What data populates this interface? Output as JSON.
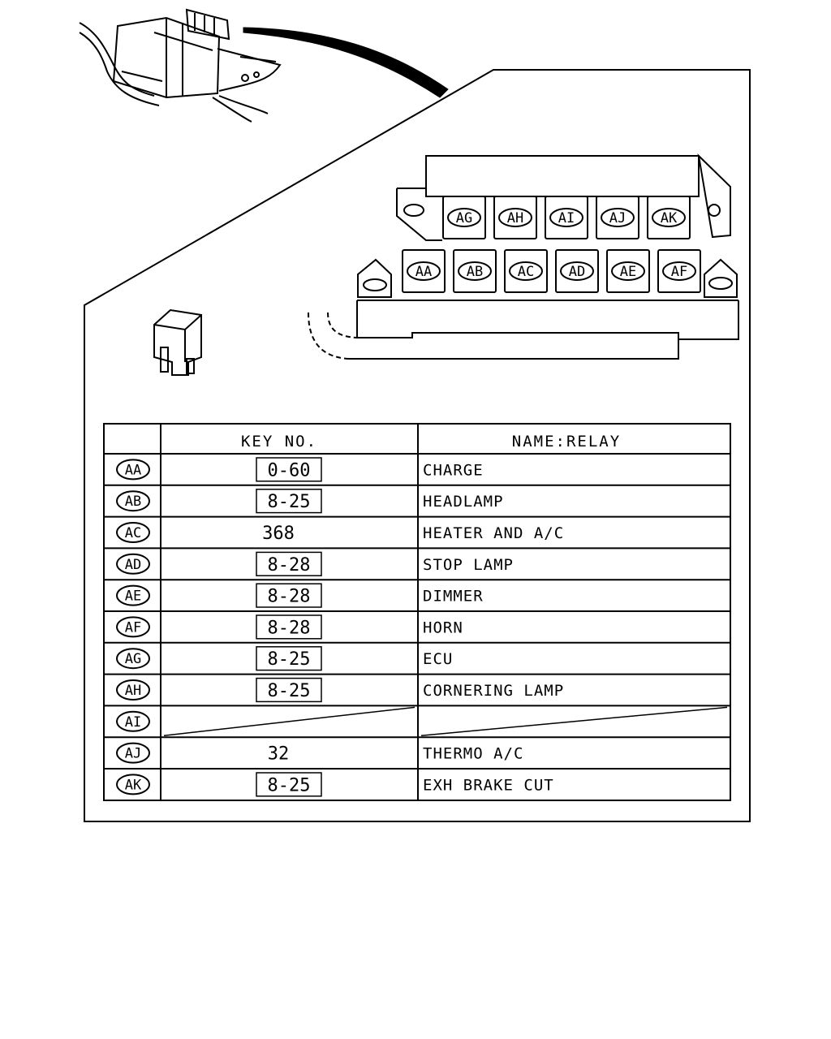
{
  "table": {
    "headers": {
      "key_no": "KEY NO.",
      "name": "NAME:RELAY"
    },
    "rows": [
      {
        "code": "AA",
        "key": "0-60",
        "boxed": true,
        "name": "CHARGE"
      },
      {
        "code": "AB",
        "key": "8-25",
        "boxed": true,
        "name": "HEADLAMP"
      },
      {
        "code": "AC",
        "key": "368",
        "boxed": false,
        "name": "HEATER AND A/C"
      },
      {
        "code": "AD",
        "key": "8-28",
        "boxed": true,
        "name": "STOP LAMP"
      },
      {
        "code": "AE",
        "key": "8-28",
        "boxed": true,
        "name": "DIMMER"
      },
      {
        "code": "AF",
        "key": "8-28",
        "boxed": true,
        "name": "HORN"
      },
      {
        "code": "AG",
        "key": "8-25",
        "boxed": true,
        "name": "ECU"
      },
      {
        "code": "AH",
        "key": "8-25",
        "boxed": true,
        "name": "CORNERING LAMP"
      },
      {
        "code": "AI",
        "key": "",
        "boxed": false,
        "name": "",
        "empty": true
      },
      {
        "code": "AJ",
        "key": "32",
        "boxed": false,
        "name": "THERMO A/C"
      },
      {
        "code": "AK",
        "key": "8-25",
        "boxed": true,
        "name": "EXH BRAKE CUT"
      }
    ]
  },
  "relay_block": {
    "top_row": [
      "AG",
      "AH",
      "AI",
      "AJ",
      "AK"
    ],
    "bottom_row": [
      "AA",
      "AB",
      "AC",
      "AD",
      "AE",
      "AF"
    ]
  }
}
